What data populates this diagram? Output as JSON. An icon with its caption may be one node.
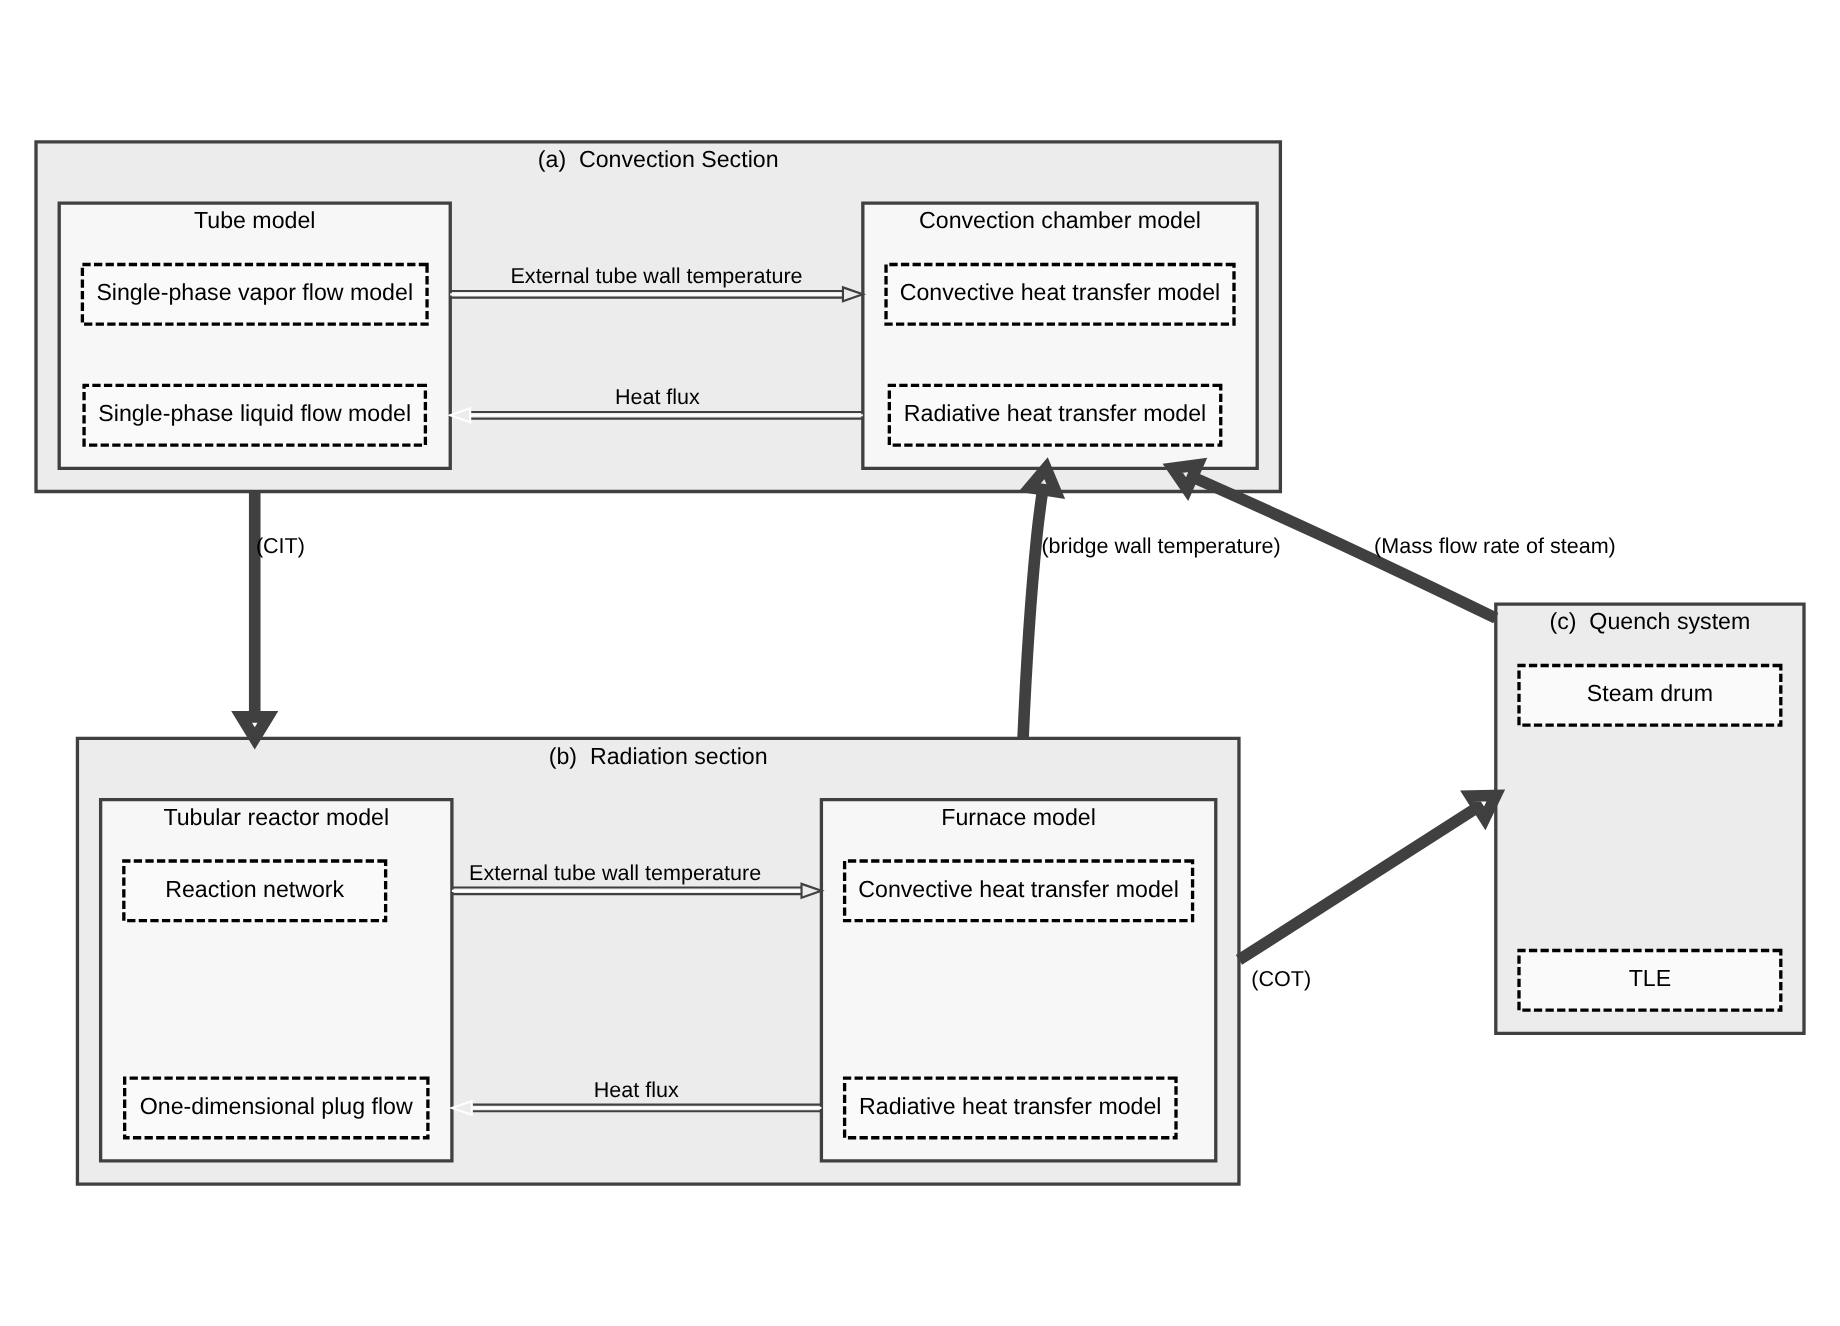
{
  "diagram": {
    "nodes": [
      {
        "text": [
          "(a)  Convection Section"
        ]
      },
      {
        "text": [
          "Tube model"
        ],
        "in": 0
      },
      {
        "text": [
          "Single-phase vapor flow model"
        ],
        "in": 1
      },
      {
        "text": [
          "Single-phase liquid flow model"
        ],
        "in": 1
      },
      {
        "text": [
          "Convection chamber model"
        ],
        "in": 0
      },
      {
        "text": [
          "Convective heat transfer model"
        ],
        "in": 4
      },
      {
        "text": [
          "Radiative heat transfer model"
        ],
        "in": 4
      },
      {
        "text": [
          "(b)  Radiation section"
        ]
      },
      {
        "text": [
          "Tubular reactor model"
        ],
        "in": 7
      },
      {
        "text": [
          "Reaction network"
        ],
        "in": 8
      },
      {
        "text": [
          "One-dimensional plug flow"
        ],
        "in": 8
      },
      {
        "text": [
          "Furnace model"
        ],
        "in": 7
      },
      {
        "text": [
          "Convective heat transfer model"
        ],
        "in": 11
      },
      {
        "text": [
          "Radiative heat transfer model"
        ],
        "in": 11
      },
      {
        "text": [
          "(c)  Quench system"
        ]
      },
      {
        "text": [
          "Steam drum"
        ],
        "in": 14
      },
      {
        "text": [
          "TLE"
        ],
        "in": 14
      }
    ],
    "edges": [
      {
        "from": 1,
        "to": 4,
        "arrow": "to",
        "label": "External tube wall temperature"
      },
      {
        "from": 4,
        "to": 1,
        "arrow": "to",
        "label": "Heat flux"
      },
      {
        "from": 0,
        "to": 7,
        "arrow": "to",
        "label": "(CIT)",
        "style": "thick"
      },
      {
        "from": 7,
        "to": 4,
        "arrow": "to",
        "label": "(bridge wall temperature)",
        "style": "thick"
      },
      {
        "from": 8,
        "to": 11,
        "arrow": "to",
        "label": "External tube wall temperature"
      },
      {
        "from": 11,
        "to": 8,
        "arrow": "to",
        "label": "Heat flux"
      },
      {
        "from": 7,
        "to": 14,
        "arrow": "to",
        "label": "(COT)",
        "style": "thick"
      },
      {
        "from": 14,
        "to": 4,
        "arrow": "to",
        "label": "(Mass flow rate of steam)",
        "style": "thick"
      }
    ]
  }
}
